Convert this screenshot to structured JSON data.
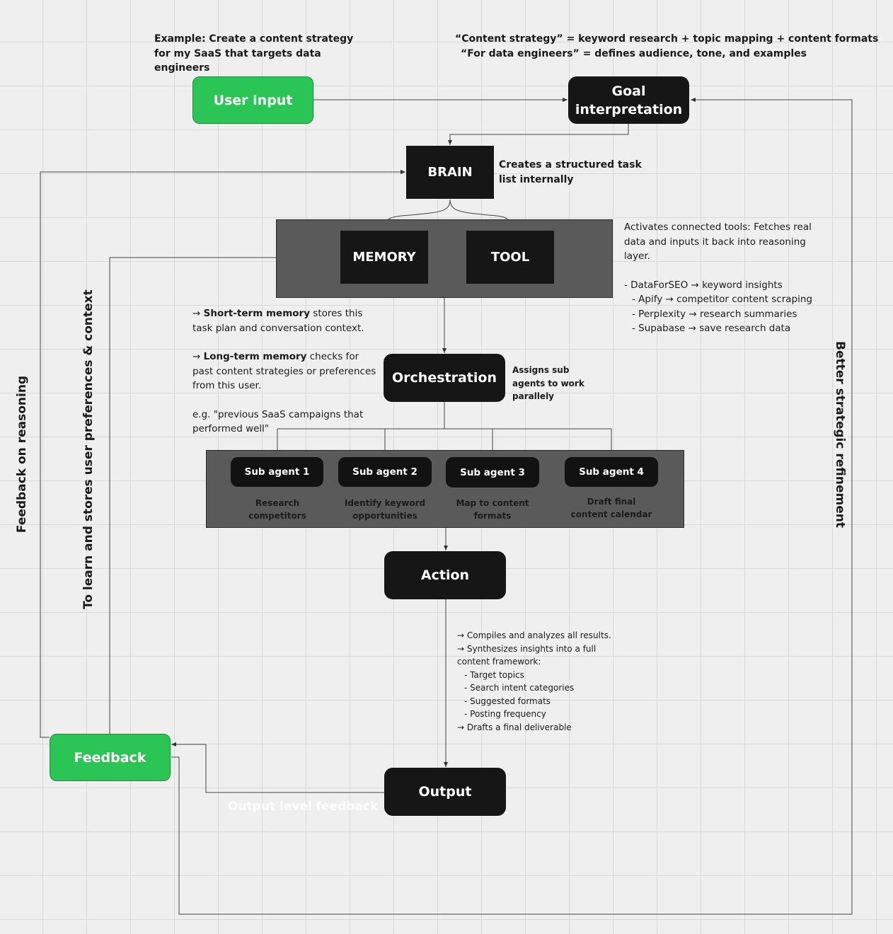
{
  "notes": {
    "example": "Example: Create a content strategy for my SaaS that targets data engineers",
    "interpretation_line1": "“Content strategy” = keyword research + topic mapping + content formats",
    "interpretation_line2": "“For data engineers” = defines audience, tone, and examples",
    "brain": "Creates a structured task list internally",
    "tools_intro": "Activates connected tools: Fetches real data and inputs it back into reasoning layer.",
    "tools_list": [
      "- DataForSEO → keyword insights",
      "- Apify → competitor content scraping",
      "- Perplexity → research summaries",
      "- Supabase → save research data"
    ],
    "short_term_bold": "Short-term memory",
    "short_term_rest": " stores this task plan and conversation context.",
    "long_term_bold": "Long-term memory",
    "long_term_rest": " checks for past content strategies or preferences from this user.",
    "example_memory": "e.g. \"previous SaaS campaigns that performed well\"",
    "orchestration": "Assigns sub agents to work parallely",
    "action_lines": [
      "→ Compiles and analyzes all results.",
      "→ Synthesizes insights into a full content framework:",
      "- Target topics",
      "- Search intent categories",
      "- Suggested formats",
      "- Posting frequency",
      "→ Drafts a final deliverable"
    ]
  },
  "nodes": {
    "user_input": "User input",
    "goal": "Goal interpretation",
    "brain": "BRAIN",
    "memory": "MEMORY",
    "tool": "TOOL",
    "orchestration": "Orchestration",
    "action": "Action",
    "output": "Output",
    "feedback": "Feedback"
  },
  "sub_agents": [
    {
      "name": "Sub agent 1",
      "task": "Research competitors"
    },
    {
      "name": "Sub agent 2",
      "task": "Identify keyword opportunities"
    },
    {
      "name": "Sub agent 3",
      "task": "Map to content formats"
    },
    {
      "name": "Sub agent 4",
      "task": "Draft final content calendar"
    }
  ],
  "edge_labels": {
    "feedback_reasoning": "Feedback on reasoning",
    "learn_preferences": "To learn and stores user preferences & context",
    "strategic_refinement": "Better strategic refinement",
    "output_feedback": "Output level feedback"
  },
  "colors": {
    "node_dark": "#161616",
    "node_green": "#2bc556",
    "panel": "#5a5a5a",
    "background": "#efefef"
  }
}
